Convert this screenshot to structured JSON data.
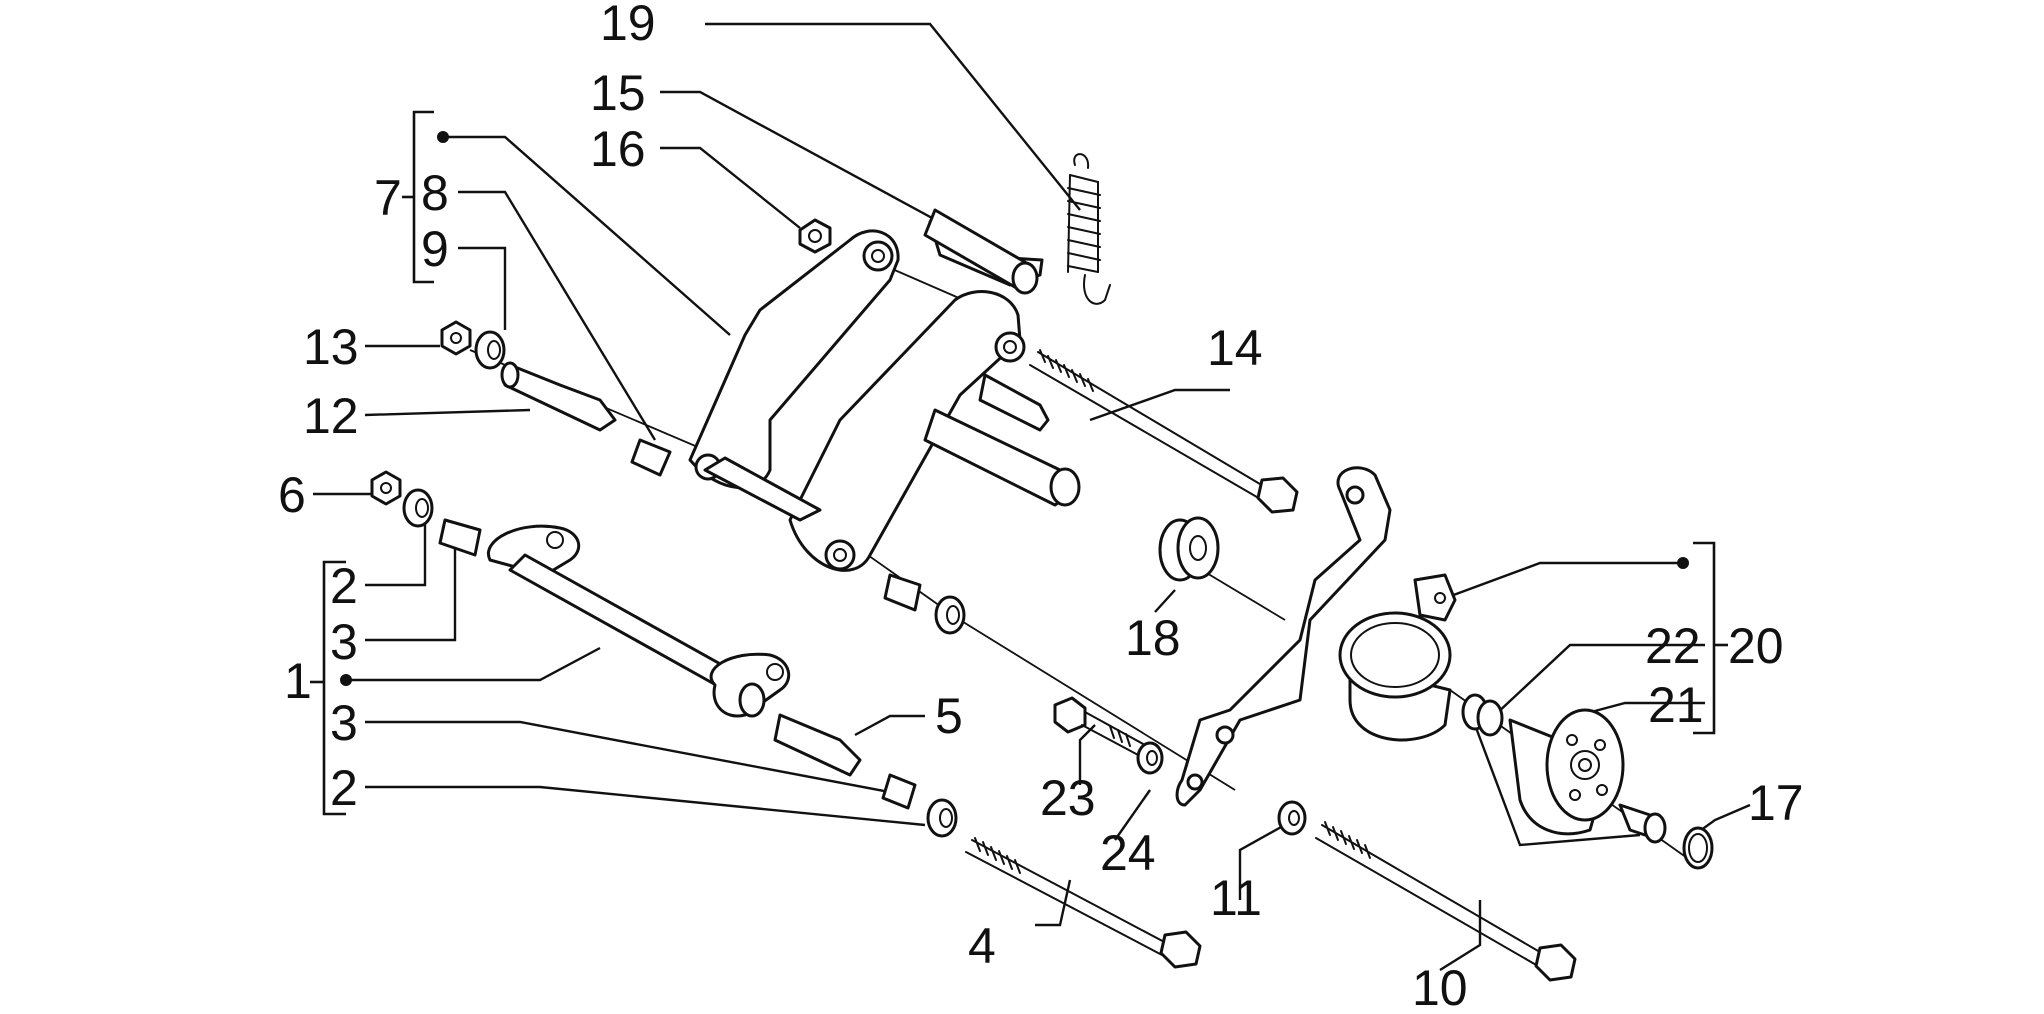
{
  "diagram": {
    "background": "#ffffff",
    "ink": "#111111",
    "labels": {
      "p1": "1",
      "p2a": "2",
      "p2b": "2",
      "p3a": "3",
      "p3b": "3",
      "p4": "4",
      "p5": "5",
      "p6": "6",
      "p7": "7",
      "p8": "8",
      "p9": "9",
      "p10": "10",
      "p11": "11",
      "p12": "12",
      "p13": "13",
      "p14": "14",
      "p15": "15",
      "p16": "16",
      "p17": "17",
      "p18": "18",
      "p19": "19",
      "p20": "20",
      "p21": "21",
      "p22": "22",
      "p23": "23",
      "p24": "24"
    }
  }
}
